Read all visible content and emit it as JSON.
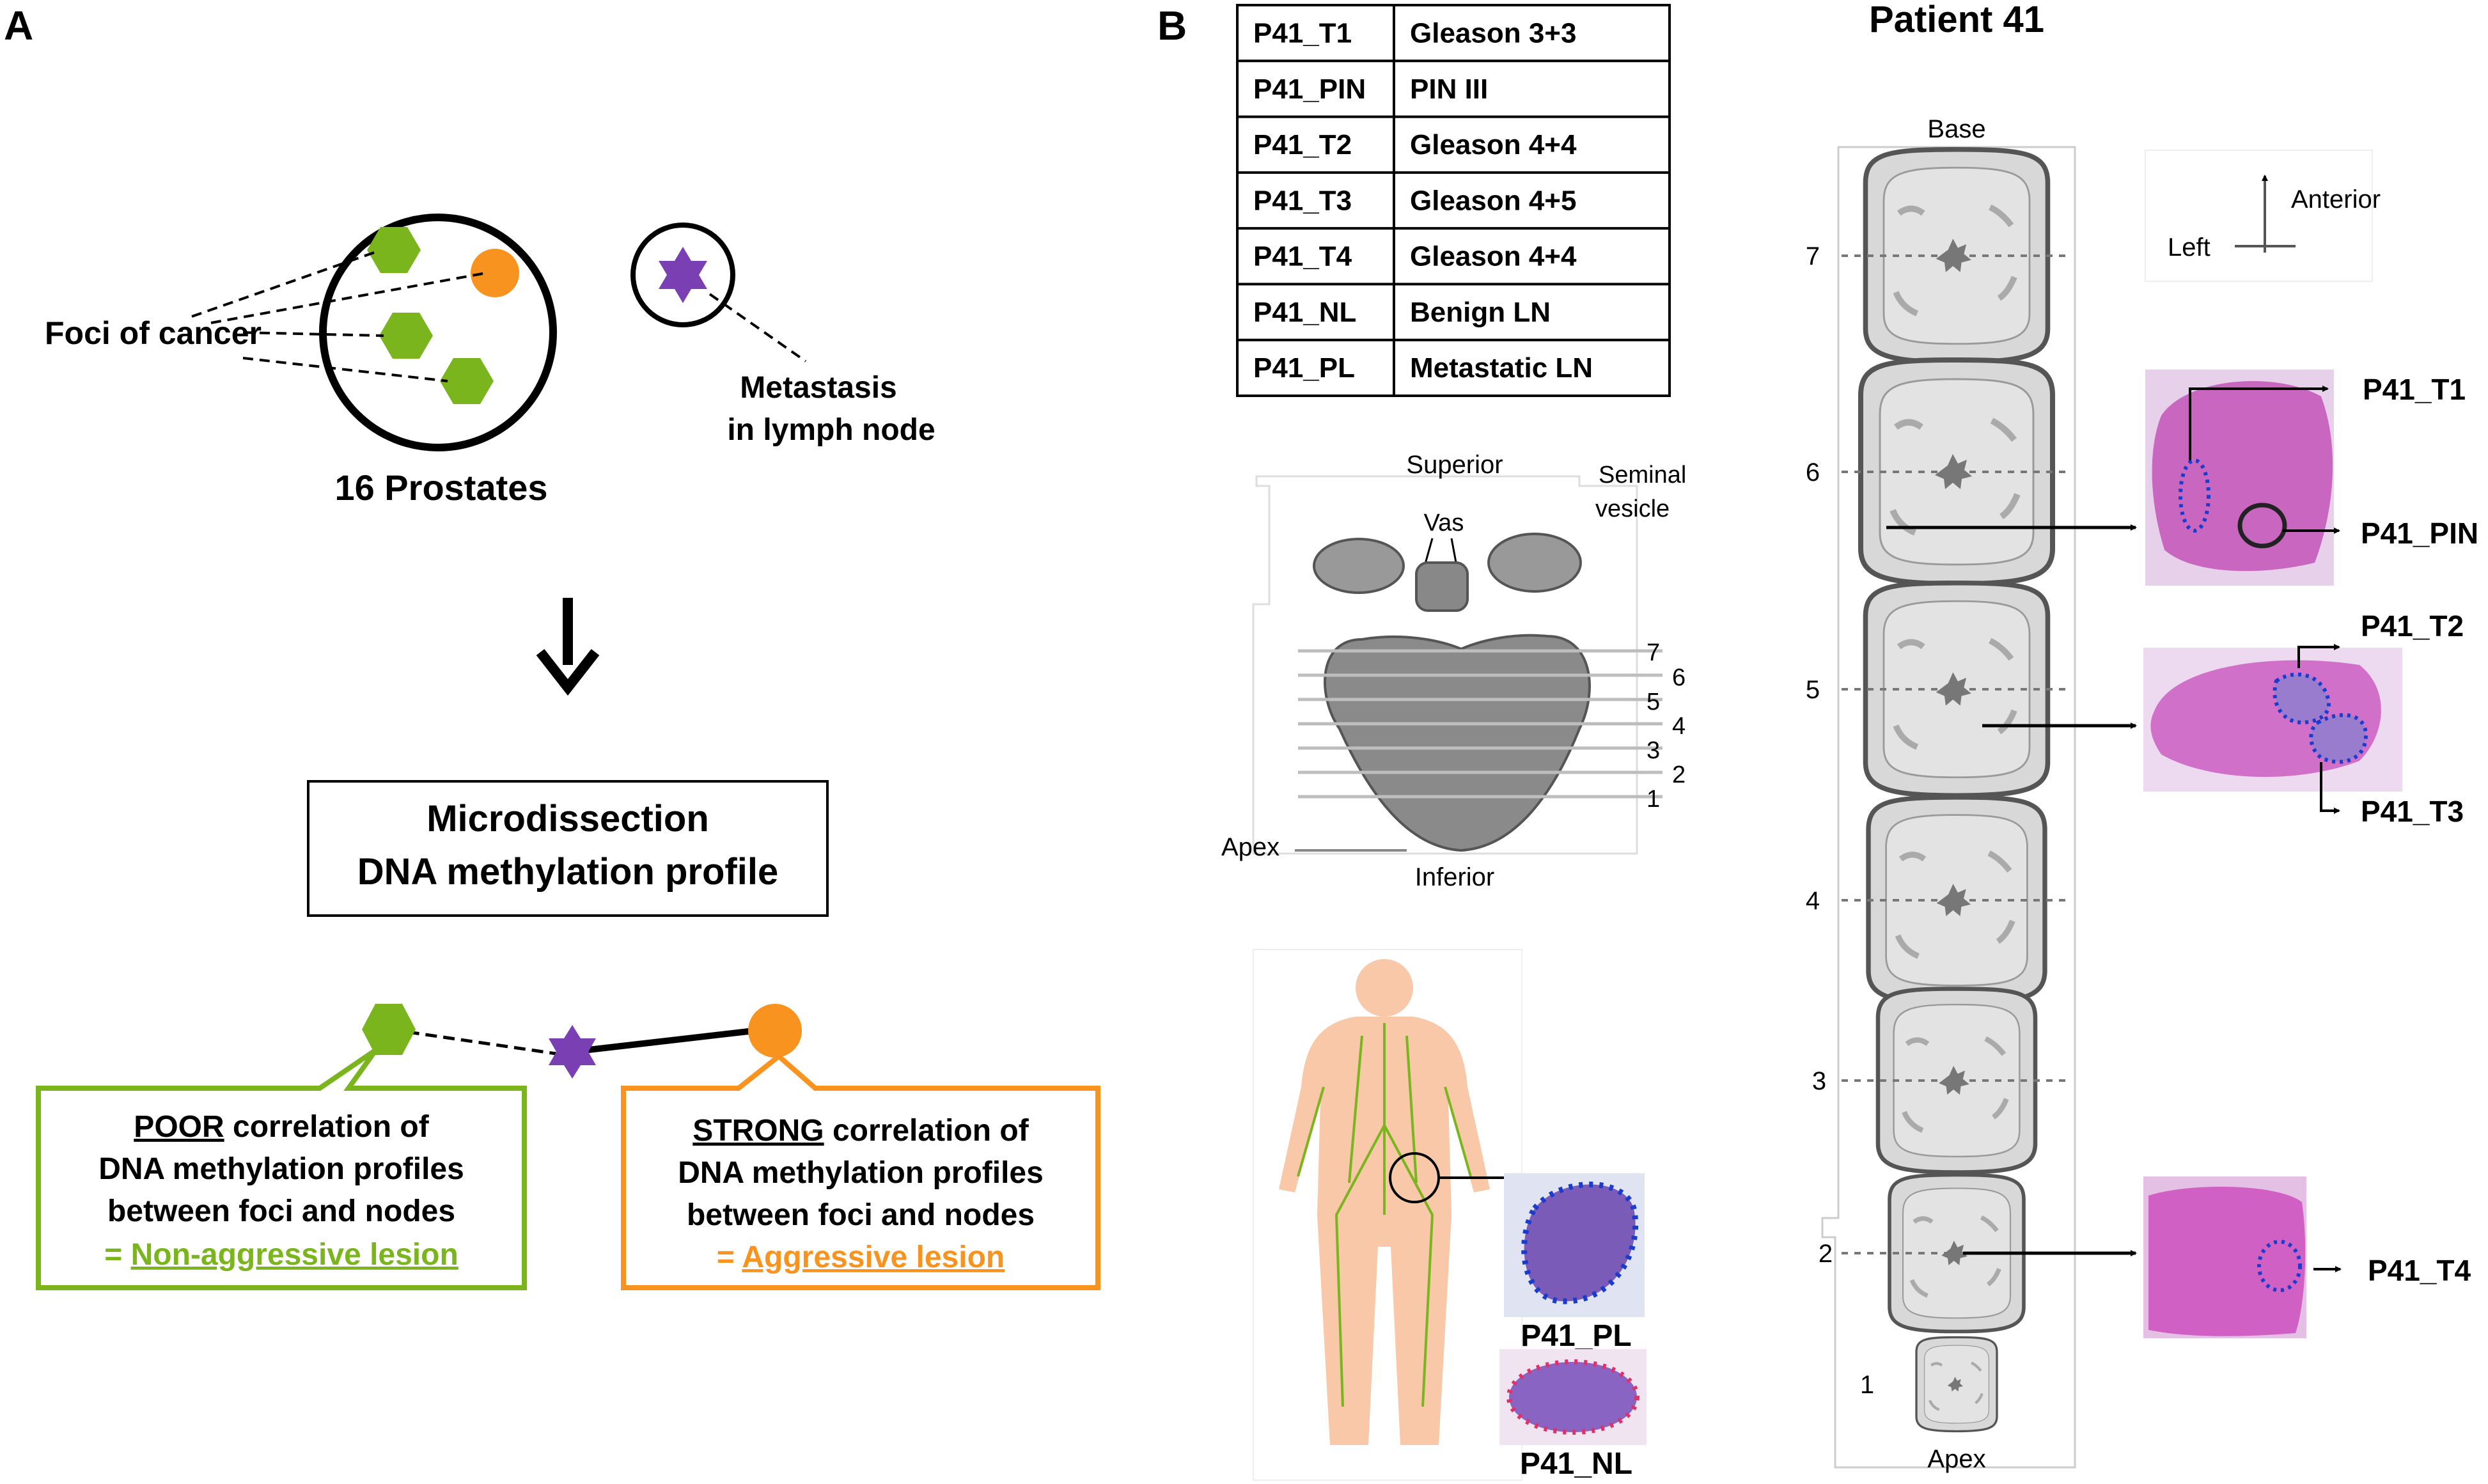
{
  "panel_a": {
    "label": "A",
    "foci_label": "Foci of cancer",
    "prostates_label": "16 Prostates",
    "metastasis_line1": "Metastasis",
    "metastasis_line2": "in lymph node",
    "box_line1": "Microdissection",
    "box_line2": "DNA methylation profile",
    "poor": {
      "keyword": "POOR",
      "line1_rest": " correlation of",
      "line2": "DNA methylation profiles",
      "line3": "between foci and nodes",
      "eq": "= ",
      "result": "Non-aggressive lesion"
    },
    "strong": {
      "keyword": "STRONG",
      "line1_rest": " correlation of",
      "line2": "DNA methylation profiles",
      "line3": "between foci and nodes",
      "eq": "= ",
      "result": "Aggressive lesion"
    },
    "colors": {
      "green": "#7ab51d",
      "orange": "#f7931e",
      "purple": "#7b3fb4"
    }
  },
  "panel_b": {
    "label": "B",
    "patient_title": "Patient 41",
    "table": [
      [
        "P41_T1",
        "Gleason 3+3"
      ],
      [
        "P41_PIN",
        "PIN III"
      ],
      [
        "P41_T2",
        "Gleason 4+4"
      ],
      [
        "P41_T3",
        "Gleason 4+5"
      ],
      [
        "P41_T4",
        "Gleason 4+4"
      ],
      [
        "P41_NL",
        "Benign LN"
      ],
      [
        "P41_PL",
        "Metastatic LN"
      ]
    ],
    "prostate_diagram": {
      "superior": "Superior",
      "seminal_line1": "Seminal",
      "seminal_line2": "vesicle",
      "vas": "Vas",
      "apex": "Apex",
      "inferior": "Inferior",
      "slice_numbers": [
        "7",
        "6",
        "5",
        "4",
        "3",
        "2",
        "1"
      ]
    },
    "body": {
      "pl_label": "P41_PL",
      "nl_label": "P41_NL"
    },
    "slices": {
      "base": "Base",
      "apex": "Apex",
      "numbers": [
        "7",
        "6",
        "5",
        "4",
        "3",
        "2",
        "1"
      ]
    },
    "orientation": {
      "anterior": "Anterior",
      "left": "Left"
    },
    "histology_labels": {
      "t1": "P41_T1",
      "pin": "P41_PIN",
      "t2": "P41_T2",
      "t3": "P41_T3",
      "t4": "P41_T4"
    }
  }
}
